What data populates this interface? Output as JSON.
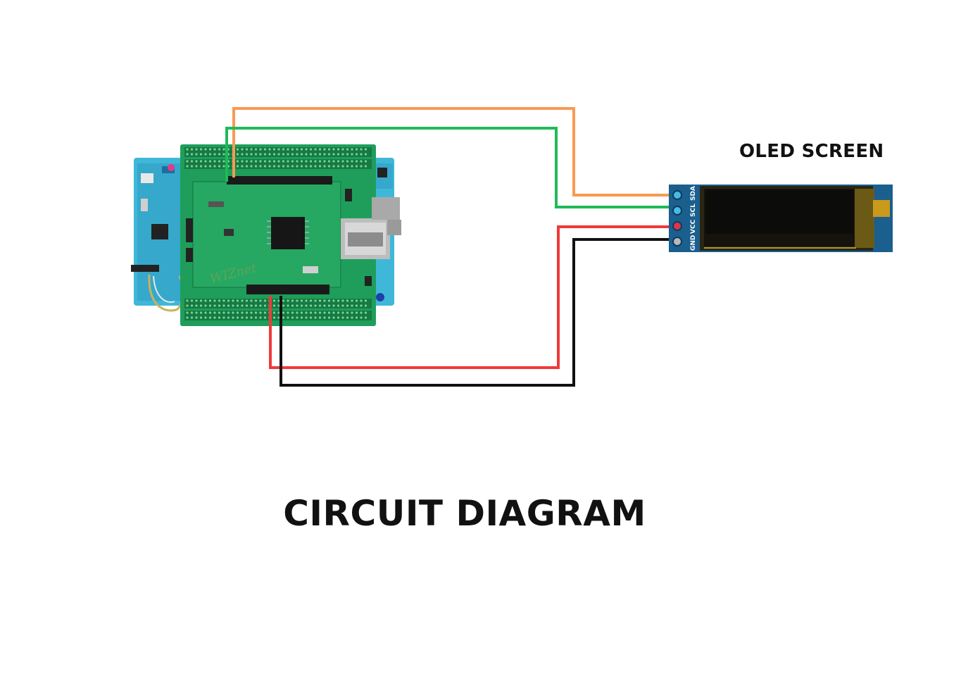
{
  "oled": {
    "label": "OLED SCREEN",
    "pins": [
      {
        "name": "SDA",
        "wire": "orange"
      },
      {
        "name": "SCL",
        "wire": "green"
      },
      {
        "name": "VCC",
        "wire": "red"
      },
      {
        "name": "GND",
        "wire": "black"
      }
    ]
  },
  "title": "CIRCUIT DIAGRAM",
  "board": {
    "brand": "WIZnet"
  },
  "colors": {
    "orange": "#f79a53",
    "green": "#1fba58",
    "red": "#f03a3a",
    "black": "#111111",
    "nucleo": "#3fb8d8",
    "shield": "#1e9e5a",
    "oled_pcb": "#1a5f8e"
  }
}
